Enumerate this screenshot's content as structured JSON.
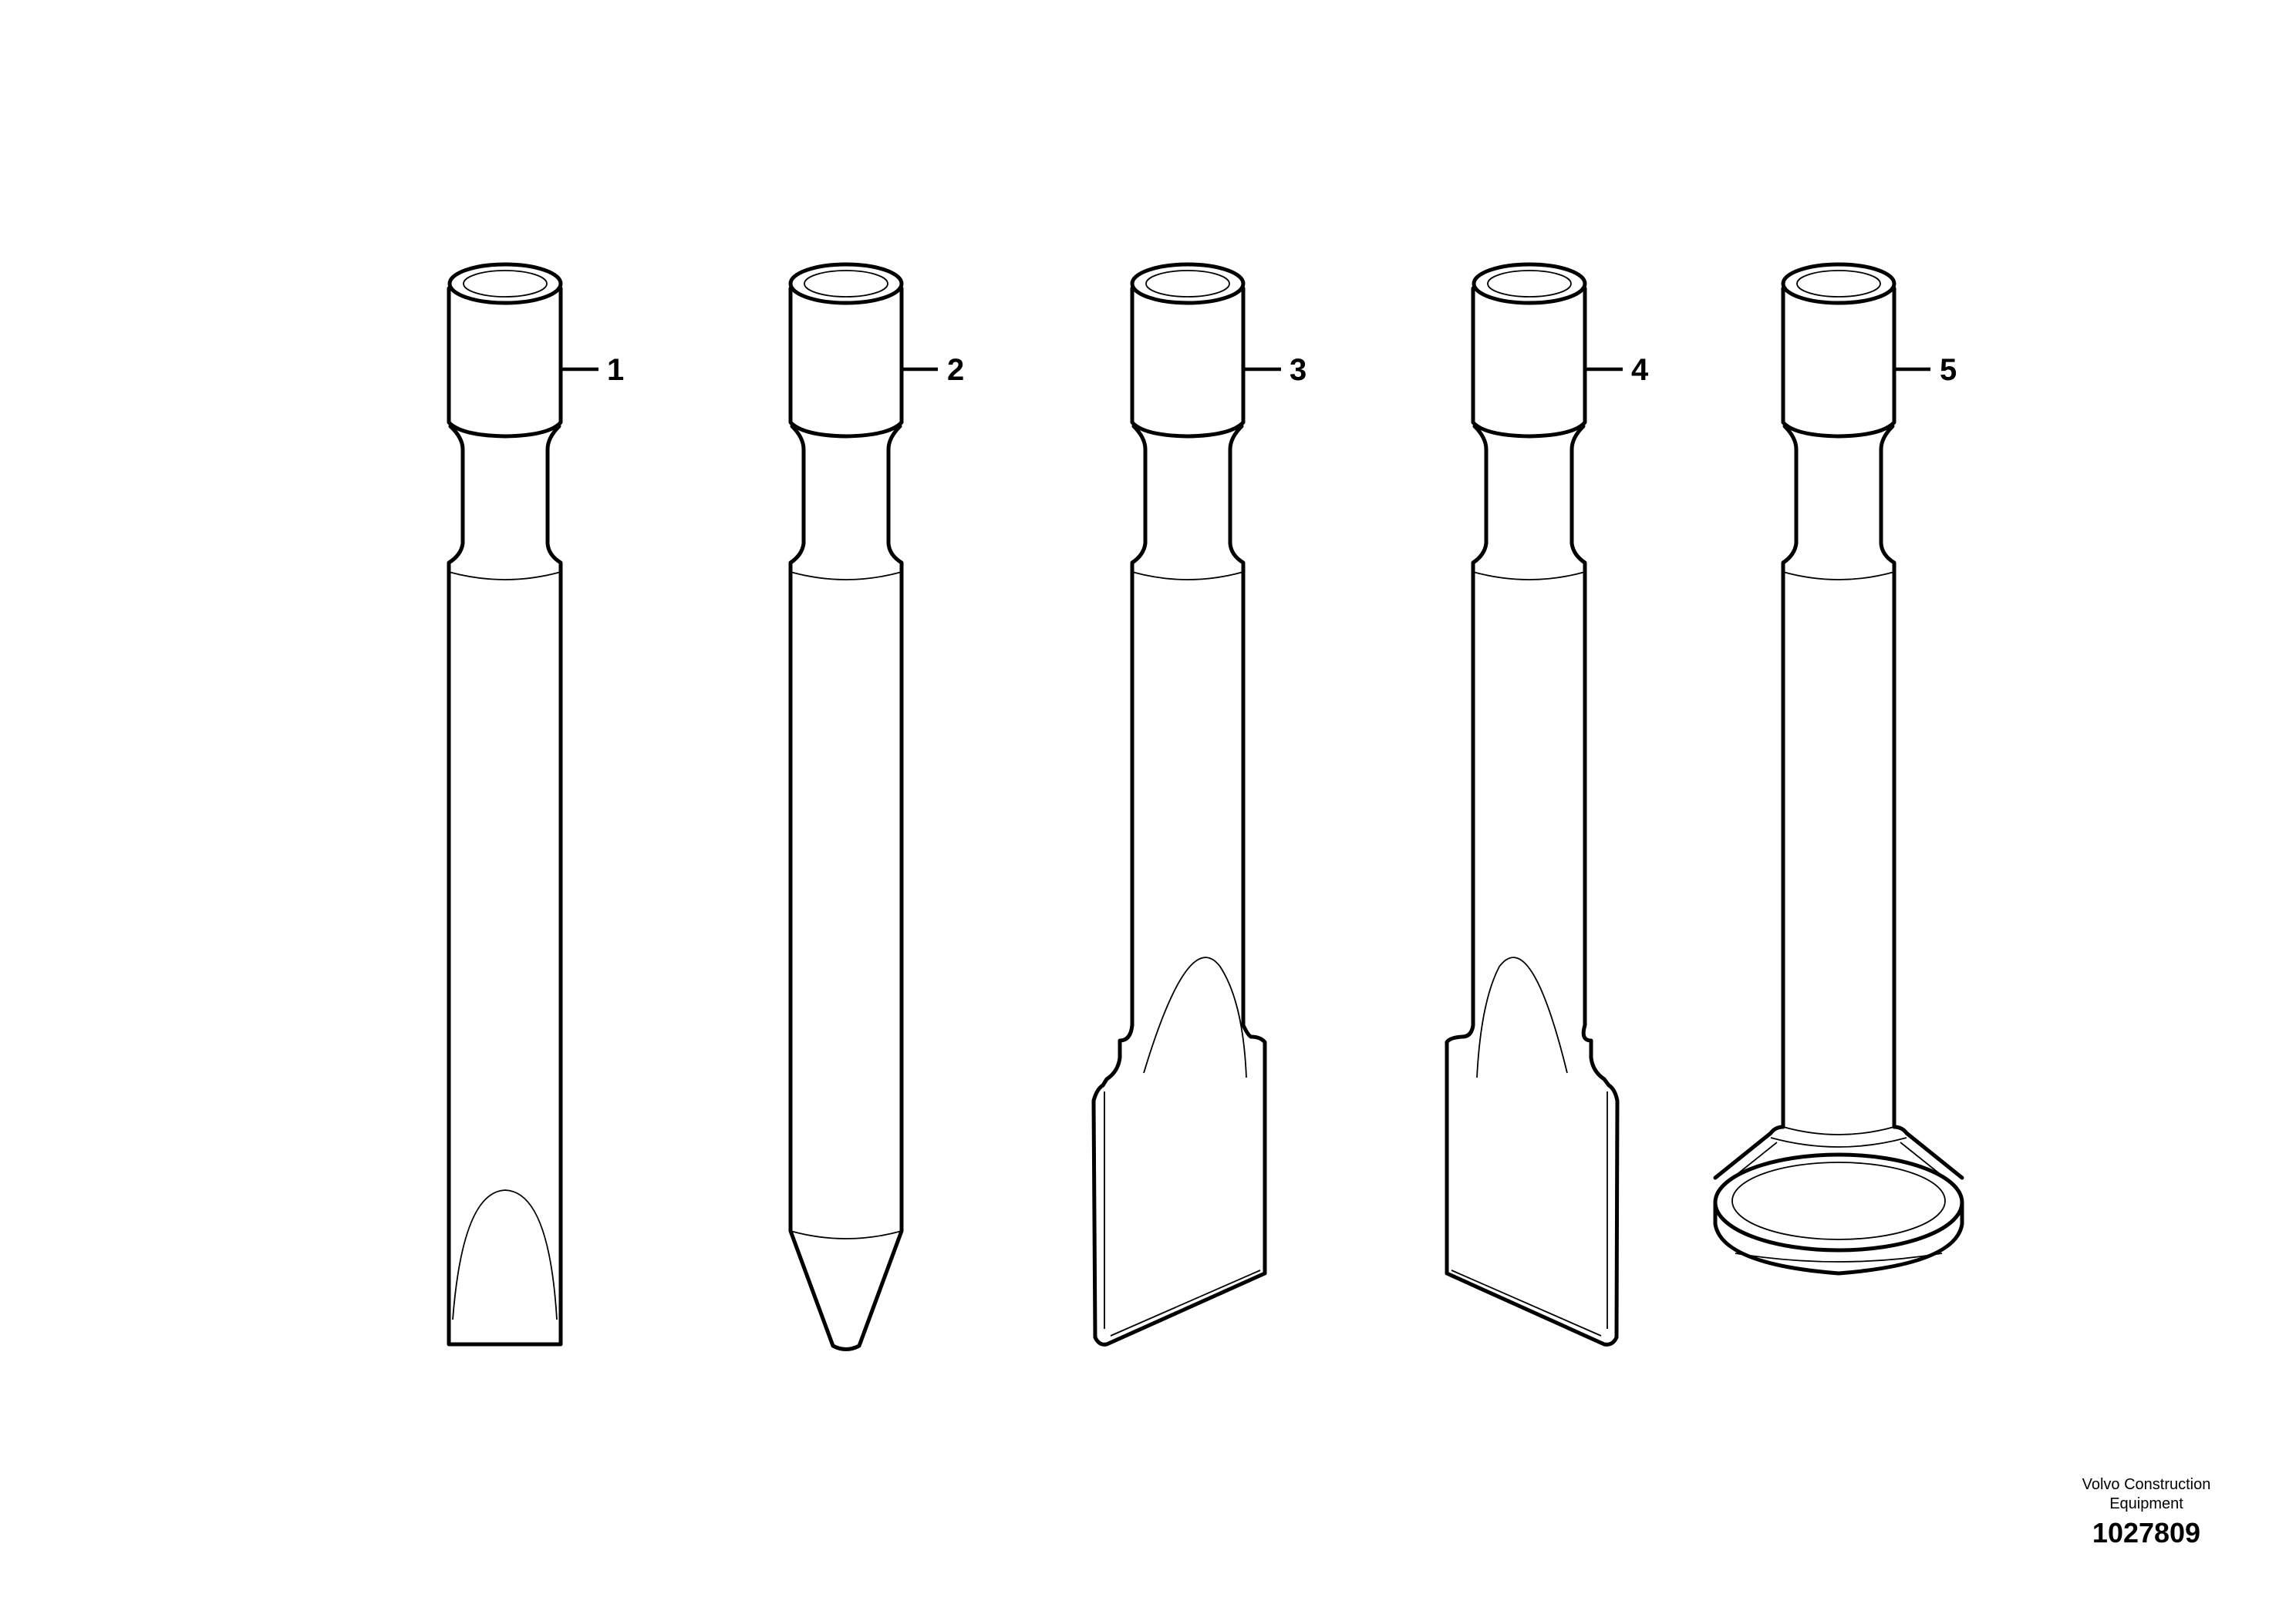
{
  "parts": [
    {
      "label": "1",
      "icon": "blunt-chisel-icon"
    },
    {
      "label": "2",
      "icon": "moil-point-icon"
    },
    {
      "label": "3",
      "icon": "narrow-chisel-icon"
    },
    {
      "label": "4",
      "icon": "wide-chisel-icon"
    },
    {
      "label": "5",
      "icon": "tamping-pad-icon"
    }
  ],
  "footer": {
    "manufacturer_line1": "Volvo Construction",
    "manufacturer_line2": "Equipment",
    "document_number": "1027809"
  }
}
